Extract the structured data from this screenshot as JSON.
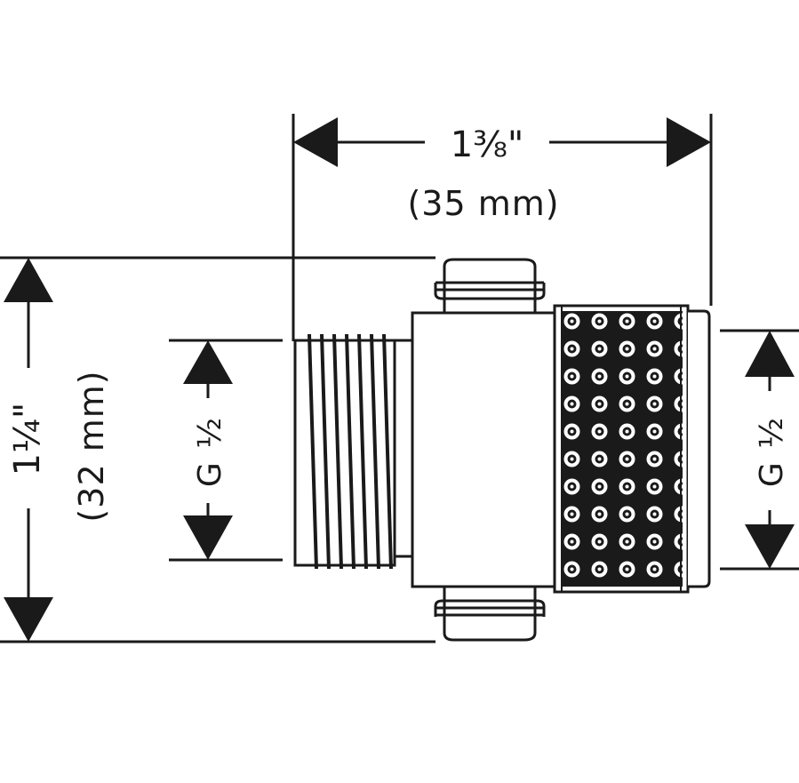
{
  "dimensions": {
    "width": {
      "imperial": "1⅜\"",
      "metric": "(35 mm)"
    },
    "height": {
      "imperial": "1¼\"",
      "metric": "(32 mm)"
    },
    "inlet_thread": {
      "label": "G ½"
    },
    "outlet_thread": {
      "label": "G ½"
    }
  },
  "colors": {
    "line": "#1a1a1a",
    "background": "#ffffff"
  }
}
